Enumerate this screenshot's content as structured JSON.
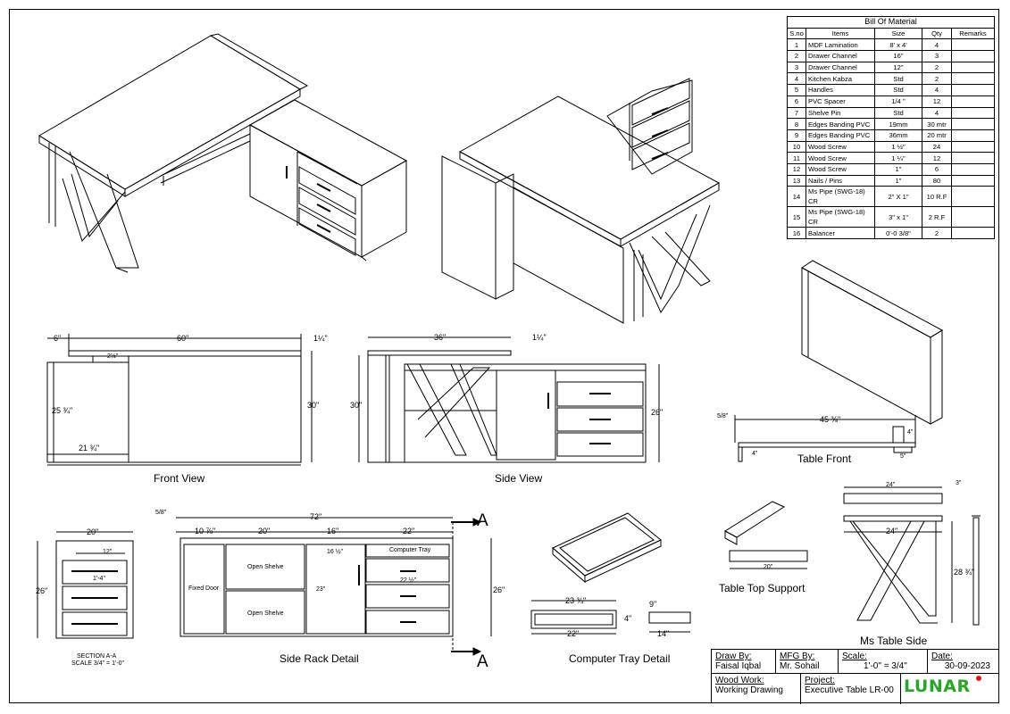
{
  "bom": {
    "title": "Bill Of Material",
    "headers": [
      "S.no",
      "Items",
      "Size",
      "Qty",
      "Remarks"
    ],
    "rows": [
      [
        "1",
        "MDF Lamination",
        "8' x 4'",
        "4",
        ""
      ],
      [
        "2",
        "Drawer Channel",
        "16\"",
        "3",
        ""
      ],
      [
        "3",
        "Drawer Channel",
        "12\"",
        "2",
        ""
      ],
      [
        "4",
        "Kitchen Kabza",
        "Std",
        "2",
        ""
      ],
      [
        "5",
        "Handles",
        "Std",
        "4",
        ""
      ],
      [
        "6",
        "PVC Spacer",
        "1/4 \"",
        "12",
        ""
      ],
      [
        "7",
        "Shelve Pin",
        "Std",
        "4",
        ""
      ],
      [
        "8",
        "Edges Banding PVC",
        "19mm",
        "30 mtr",
        ""
      ],
      [
        "9",
        "Edges Banding PVC",
        "36mm",
        "20 mtr",
        ""
      ],
      [
        "10",
        "Wood Screw",
        "1 ½\"",
        "24",
        ""
      ],
      [
        "11",
        "Wood Screw",
        "1 ¼\"",
        "12",
        ""
      ],
      [
        "12",
        "Wood Screw",
        "1\"",
        "6",
        ""
      ],
      [
        "13",
        "Nails / Pins",
        "1\"",
        "80",
        ""
      ],
      [
        "14",
        "Ms Pipe (SWG-18) CR",
        "2\" X 1\"",
        "10 R.F",
        ""
      ],
      [
        "15",
        "Ms Pipe (SWG-18) CR",
        "3\" x 1\"",
        "2 R.F",
        ""
      ],
      [
        "16",
        "Balancer",
        "0'-0 3/8\"",
        "2",
        ""
      ]
    ]
  },
  "views": {
    "front_view": "Front View",
    "side_view": "Side View",
    "table_front": "Table Front",
    "side_rack_detail": "Side Rack Detail",
    "computer_tray_detail": "Computer Tray Detail",
    "table_top_support": "Table Top Support",
    "ms_table_side": "Ms Table Side",
    "section_aa": "SECTION A-A",
    "section_scale": "SCALE 3/4\" = 1'-0\"",
    "section_mark": "A"
  },
  "dimensions": {
    "fv_6": "6\"",
    "fv_60": "60\"",
    "fv_114": "1¼\"",
    "fv_30": "30\"",
    "fv_25": "25 ¾\"",
    "fv_21": "21 ¾\"",
    "fv_2": "2½\"",
    "sv_36": "36\"",
    "sv_114": "1¼\"",
    "sv_30": "30\"",
    "sv_26": "26\"",
    "tf_58": "5/8\"",
    "tf_45": "45 ⅜\"",
    "tf_4": "4\"",
    "tf_5": "5\"",
    "tf_4b": "4\"",
    "sa_20": "20\"",
    "sa_26": "26\"",
    "sa_12": "12\"",
    "sa_1ft4": "1'-4\"",
    "sr_58": "5/8\"",
    "sr_72": "72\"",
    "sr_10": "10 ⅞\"",
    "sr_20": "20\"",
    "sr_16": "16\"",
    "sr_22": "22\"",
    "sr_26": "26\"",
    "sr_23": "23\"",
    "sr_16b": "16 ½\"",
    "sr_22b": "22 ½\"",
    "ct_23": "23 ¾\"",
    "ct_9": "9\"",
    "ct_4": "4\"",
    "ct_22": "22\"",
    "ct_14": "14\"",
    "ts_20": "20\"",
    "ms_24a": "24\"",
    "ms_24b": "24\"",
    "ms_28": "28 ¾\"",
    "ms_3": "3\""
  },
  "rack_labels": {
    "fixed_door": "Fixed Door",
    "open_shelve_1": "Open Shelve",
    "open_shelve_2": "Open Shelve",
    "computer_tray": "Computer Tray"
  },
  "title_block": {
    "draw_by_label": "Draw By:",
    "draw_by": "Faisal Iqbal",
    "mfg_by_label": "MFG By:",
    "mfg_by": "Mr. Sohail",
    "scale_label": "Scale:",
    "scale": "1'-0\" = 3/4\"",
    "date_label": "Date:",
    "date": "30-09-2023",
    "wood_work_label": "Wood Work:",
    "wood_work": "Working Drawing",
    "project_label": "Project:",
    "project": "Executive Table LR-00",
    "logo_text": "LUNAR"
  }
}
